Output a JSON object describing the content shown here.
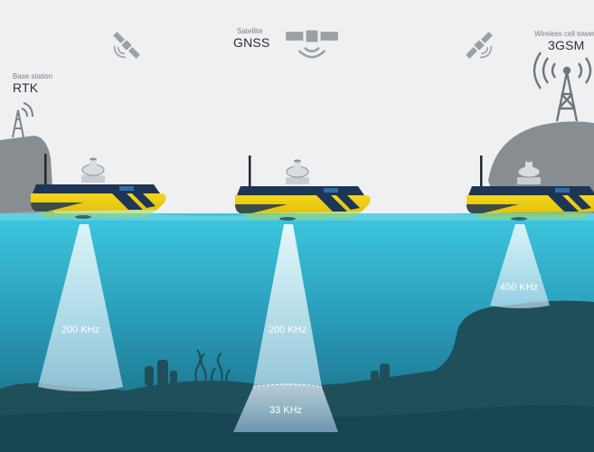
{
  "stations": {
    "base": {
      "caption": "Base station",
      "name": "RTK"
    },
    "satellite": {
      "caption": "Satellite",
      "name": "GNSS"
    },
    "cell": {
      "caption": "Wireless cell tower",
      "name": "3GSM"
    }
  },
  "beams": {
    "left": "200 KHz",
    "middle_upper": "200 KHz",
    "middle_lower": "33 KHz",
    "right": "450 KHz"
  },
  "colors": {
    "sky": "#eef0f2",
    "water_top": "#35c3dc",
    "water_bottom": "#16617a",
    "seabed": "#1e4f5b",
    "rock": "#878d91",
    "hull_yellow": "#f2d21b",
    "hull_navy": "#1d3557"
  },
  "icons": [
    "satellite-icon",
    "cell-tower-icon",
    "antenna-icon",
    "survey-boat-icon",
    "gnss-dome-icon",
    "seaweed-icon"
  ]
}
